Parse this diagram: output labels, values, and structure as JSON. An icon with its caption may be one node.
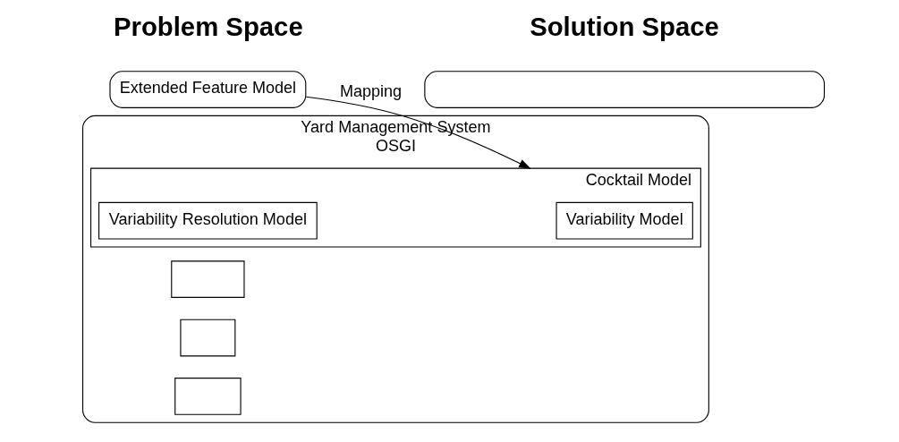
{
  "diagram": {
    "nodes": [
      {
        "text": [
          "Extended Feature Model"
        ]
      },
      {
        "text": [
          "Yard Management System",
          "OSGI"
        ]
      },
      {
        "text": [
          "Cocktail Model"
        ],
        "in": 1
      },
      {
        "text": [
          "Variability Model"
        ],
        "in": 2
      },
      {
        "text": [
          "Variability Resolution Model"
        ],
        "in": 2
      },
      {
        "text": [],
        "shape": "box",
        "in": 1
      },
      {
        "text": [],
        "shape": "box",
        "in": 1
      },
      {
        "text": [],
        "shape": "box",
        "in": 1
      },
      {
        "text": [],
        "shape": "box"
      }
    ],
    "edges": [
      {
        "from": 0,
        "to": 2,
        "arrow": "to",
        "label": "Mapping"
      }
    ],
    "labels": [
      "Problem Space",
      "Solution Space"
    ]
  }
}
